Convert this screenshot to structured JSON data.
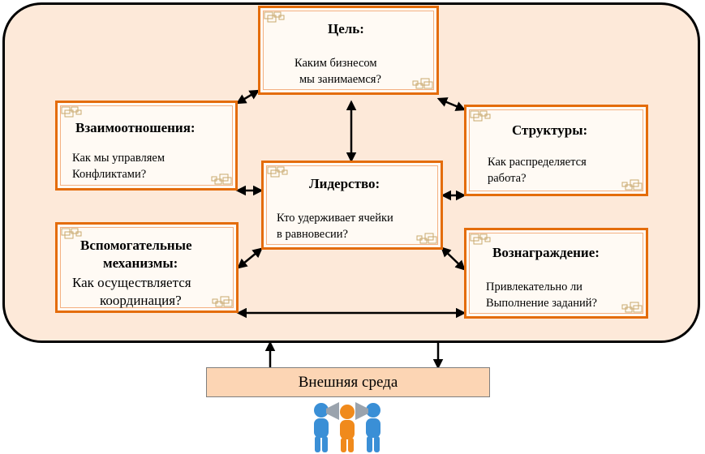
{
  "boxes": {
    "goal": {
      "title": "Цель:",
      "line1": "Каким бизнесом",
      "line2": "мы занимаемся?"
    },
    "relationships": {
      "title": "Взаимоотношения:",
      "line1": "Как мы управляем",
      "line2": "Конфликтами?"
    },
    "structures": {
      "title": "Структуры:",
      "line1": "Как распределяется",
      "line2": "работа?"
    },
    "leadership": {
      "title": "Лидерство:",
      "line1": "Кто удерживает ячейки",
      "line2": "в равновесии?"
    },
    "mechanisms": {
      "title1": "Вспомогательные",
      "title2": "механизмы:",
      "line1": "Как осуществляется",
      "line2": "координация?"
    },
    "reward": {
      "title": "Вознаграждение:",
      "line1": "Привлекательно ли",
      "line2": "Выполнение заданий?"
    }
  },
  "environment": {
    "label": "Внешняя среда"
  },
  "colors": {
    "frame_fill": "#fde9d9",
    "box_border": "#e46c0a",
    "env_fill": "#fcd5b4"
  },
  "icons": [
    "corner-ornament-icon",
    "people-megaphone-icon"
  ]
}
